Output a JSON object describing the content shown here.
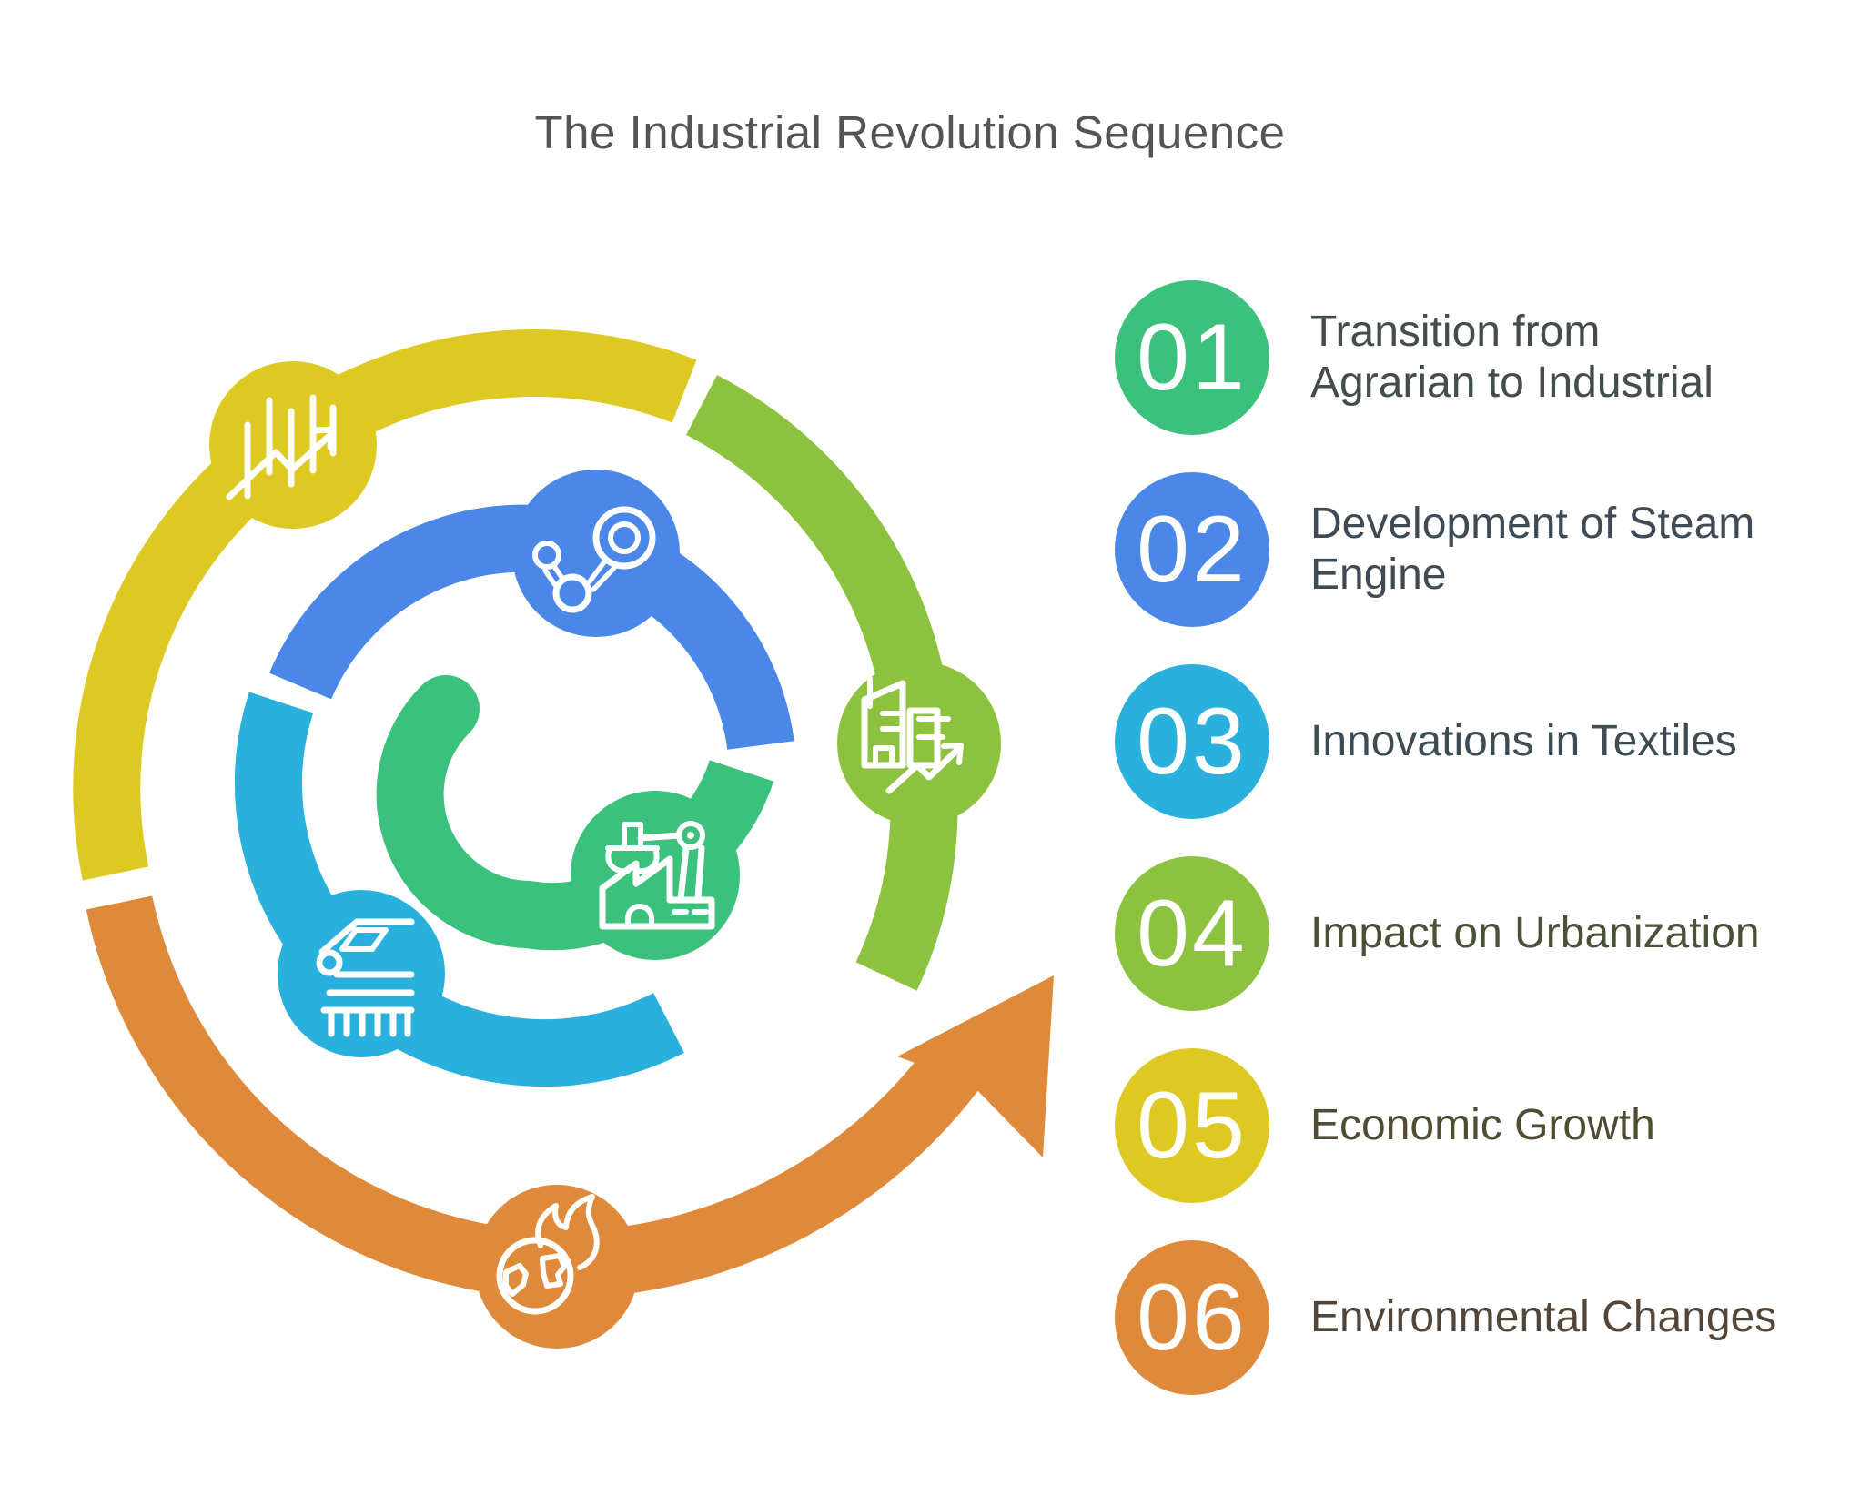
{
  "title": {
    "text": "The Industrial Revolution Sequence",
    "color": "#545456"
  },
  "diagram": {
    "number_color": "#ffffff",
    "icon_stroke": "#ffffff"
  },
  "steps": [
    {
      "number": "01",
      "label": "Transition from Agrarian to Industrial",
      "lines": [
        "Transition from",
        "Agrarian to Industrial"
      ],
      "color": "#3bc17c",
      "label_color": "#424e47",
      "icon": "factory-robot-arm-icon"
    },
    {
      "number": "02",
      "label": "Development of Steam Engine",
      "lines": [
        "Development of Steam",
        "Engine"
      ],
      "color": "#4a87e8",
      "label_color": "#3e4a55",
      "icon": "steam-engine-icon"
    },
    {
      "number": "03",
      "label": "Innovations in Textiles",
      "lines": [
        "Innovations in Textiles"
      ],
      "color": "#29b0dc",
      "label_color": "#3d4c53",
      "icon": "train-icon"
    },
    {
      "number": "04",
      "label": "Impact on Urbanization",
      "lines": [
        "Impact on Urbanization"
      ],
      "color": "#8cc23d",
      "label_color": "#495139",
      "icon": "building-growth-icon"
    },
    {
      "number": "05",
      "label": "Economic Growth",
      "lines": [
        "Economic Growth"
      ],
      "color": "#ddc922",
      "label_color": "#504b33",
      "icon": "growth-chart-icon"
    },
    {
      "number": "06",
      "label": "Environmental Changes",
      "lines": [
        "Environmental Changes"
      ],
      "color": "#df8a3b",
      "label_color": "#544539",
      "icon": "burning-globe-icon"
    }
  ]
}
